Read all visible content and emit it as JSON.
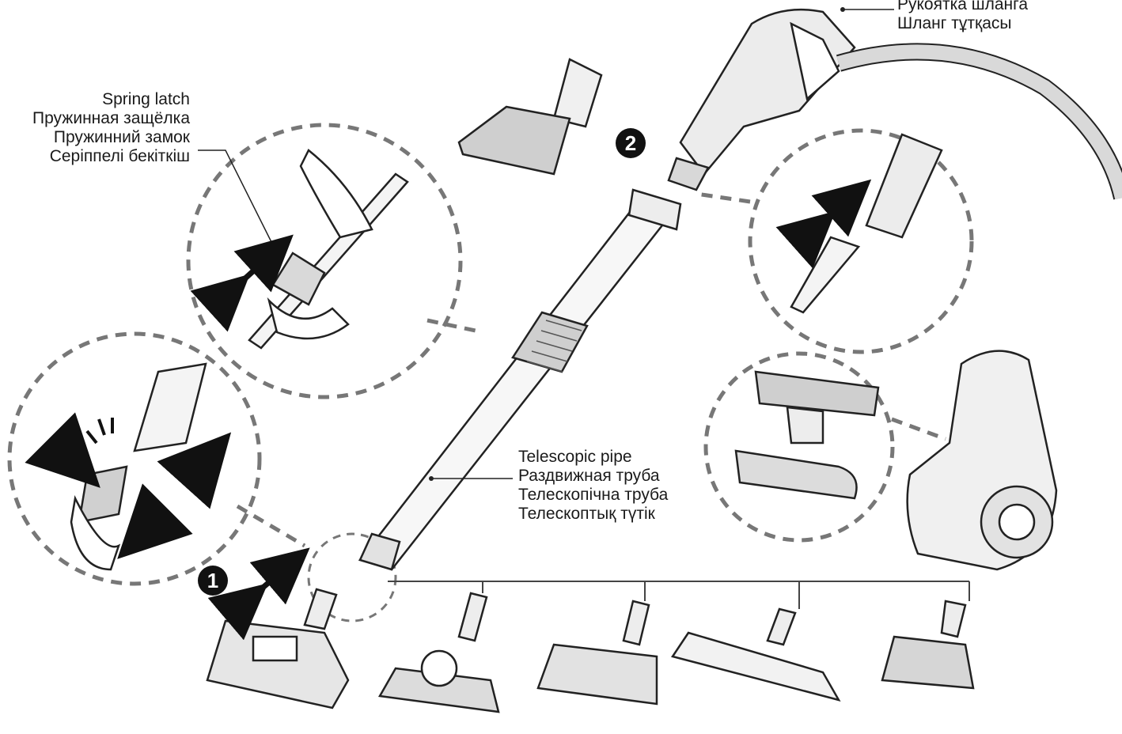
{
  "labels": {
    "spring_latch": [
      "Spring latch",
      "Пружинная защёлка",
      "Пружинний замок",
      "Серіппелі бекіткіш"
    ],
    "hose_handle": [
      "Рукоятка шланга",
      "Шланг тұтқасы"
    ],
    "telescopic_pipe": [
      "Telescopic pipe",
      "Раздвижная труба",
      "Телескопічна труба",
      "Телескоптық түтік"
    ]
  },
  "steps": [
    "1",
    "2"
  ],
  "icons": [
    "double-arrow-icon",
    "push-arrow-icon",
    "click-spark-icon",
    "callout-circle"
  ],
  "colors": {
    "line": "#222222",
    "fill_light": "#f2f2f2",
    "fill_mid": "#cfcfcf",
    "fill_dark": "#8a8a8a"
  }
}
